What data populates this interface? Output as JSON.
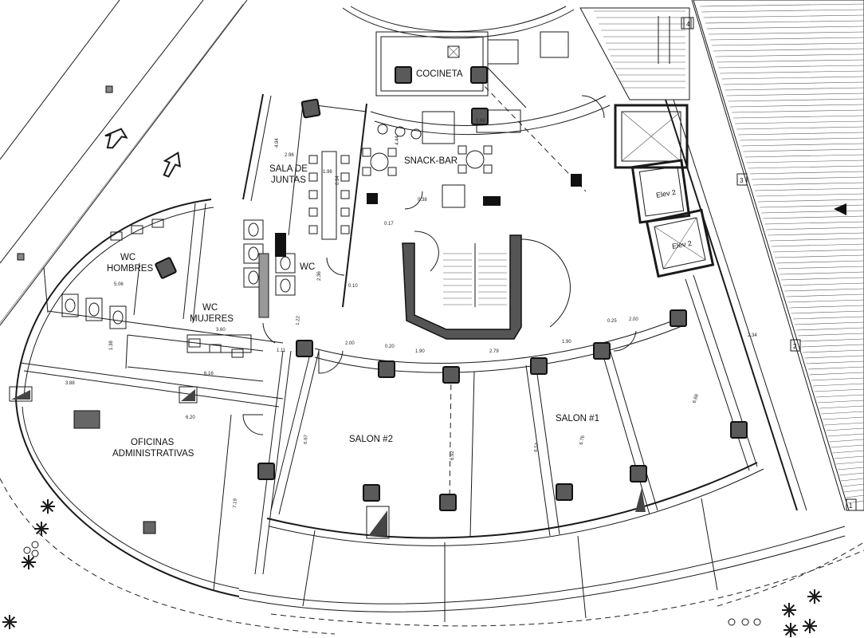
{
  "rooms": {
    "cocineta": "COCINETA",
    "snack_bar": "SNACK-BAR",
    "sala_de_juntas": [
      "SALA DE",
      "JUNTAS"
    ],
    "wc_hombres": [
      "WC",
      "HOMBRES"
    ],
    "wc_mujeres": [
      "WC",
      "MUJERES"
    ],
    "wc": "WC",
    "oficinas": [
      "OFICINAS",
      "ADMINISTRATIVAS"
    ],
    "salon_2": "SALON #2",
    "salon_1": "SALON #1",
    "elev_a": "Elev 2",
    "elev_b": "Elev 2"
  },
  "axes": [
    "4",
    "3",
    "2",
    "1"
  ],
  "dimensions": {
    "bay_1": "2.00",
    "bay_2": "1.90",
    "bay_3": "2.79",
    "bay_4": "1.90",
    "bay_5": "2.00",
    "span_1": "0.20",
    "span_2": "0.25",
    "sala_w": "2.96",
    "sala_h": "4.94",
    "snack_d": "4.44",
    "cocina_w": "1.92",
    "wc_h": "5.06",
    "wc_m": "3.60",
    "wc_len": "6.16",
    "ofi_len": "3.88",
    "ofi_w": "6.20",
    "salon2_d": "6.97",
    "salon1_d": "6.76",
    "salon1_d2": "6.57",
    "salon1_w": "6.68",
    "mid_d": "6.92",
    "left_d": "7.19",
    "right_e": "2.34",
    "misc_1": "1.22",
    "misc_2": "1.11",
    "misc_3": "1.38",
    "misc_4": "2.36",
    "misc_5": "0.10",
    "misc_6": "1.96",
    "misc_7": "0.94",
    "misc_8": "0.17",
    "misc_9": "0.38"
  }
}
